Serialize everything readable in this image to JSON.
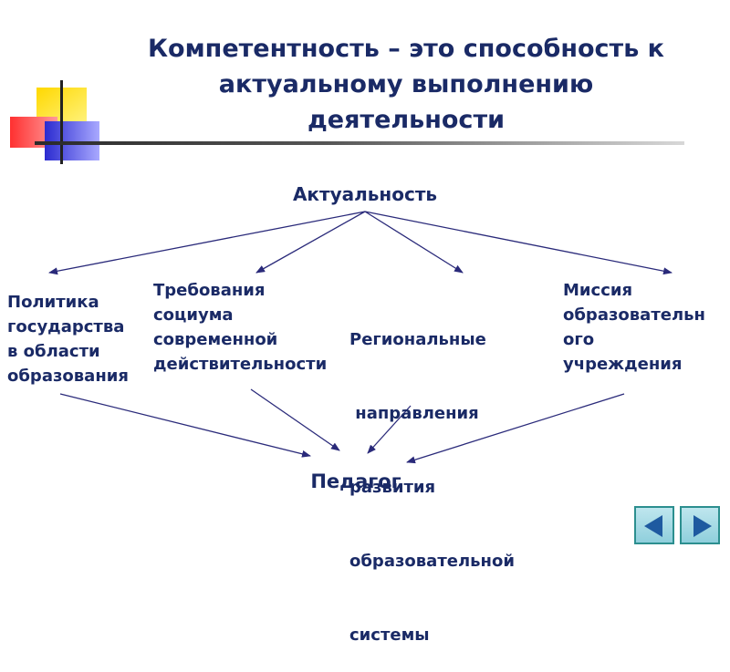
{
  "title": {
    "line1": "Компетентность – это способность к",
    "line2": "актуальному выполнению",
    "line3": "деятельности"
  },
  "diagram": {
    "root": "Актуальность",
    "nodes": [
      {
        "lines": [
          "Политика",
          "государства",
          "в области",
          "образования"
        ]
      },
      {
        "lines": [
          "Требования",
          "социума",
          "современной",
          "действительности"
        ]
      },
      {
        "lines": [
          "Региональные",
          " направления",
          "развития",
          "образовательной",
          "системы"
        ]
      },
      {
        "lines": [
          "Миссия",
          "образовательн",
          "ого",
          "учреждения"
        ]
      }
    ],
    "bottom": "Педагог"
  },
  "colors": {
    "text": "#1a2a66",
    "arrows": "#2a2a7a",
    "nav": "#1e5aa0"
  },
  "nav": {
    "prev_icon": "left-arrow-icon",
    "next_icon": "right-arrow-icon"
  }
}
